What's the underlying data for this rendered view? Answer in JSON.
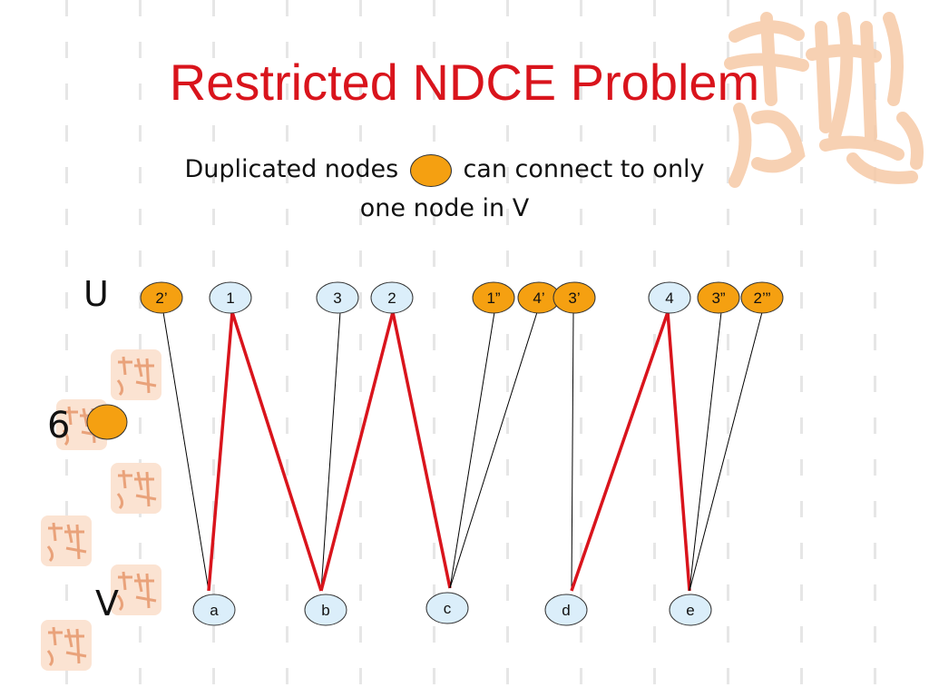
{
  "title": "Restricted NDCE Problem",
  "subtitle": {
    "before": "Duplicated nodes",
    "after": "can connect to only",
    "line2": "one node in V"
  },
  "labels": {
    "u": "U",
    "v": "V",
    "count": "6"
  },
  "colors": {
    "title": "#d9141c",
    "duplicate_node": "#f5a011",
    "original_node": "#dbeefa",
    "matching_edge": "#d9141c",
    "plain_edge": "#000000"
  },
  "u_nodes": [
    {
      "id": "2p",
      "label": "2’",
      "type": "duplicate"
    },
    {
      "id": "1",
      "label": "1",
      "type": "original"
    },
    {
      "id": "3",
      "label": "3",
      "type": "original"
    },
    {
      "id": "2",
      "label": "2",
      "type": "original"
    },
    {
      "id": "1pp",
      "label": "1”",
      "type": "duplicate"
    },
    {
      "id": "4p",
      "label": "4’",
      "type": "duplicate"
    },
    {
      "id": "3p",
      "label": "3’",
      "type": "duplicate"
    },
    {
      "id": "4",
      "label": "4",
      "type": "original"
    },
    {
      "id": "3pp",
      "label": "3”",
      "type": "duplicate"
    },
    {
      "id": "2ppp",
      "label": "2’”",
      "type": "duplicate"
    }
  ],
  "v_nodes": [
    {
      "id": "a",
      "label": "a"
    },
    {
      "id": "b",
      "label": "b"
    },
    {
      "id": "c",
      "label": "c"
    },
    {
      "id": "d",
      "label": "d"
    },
    {
      "id": "e",
      "label": "e"
    }
  ],
  "edges": [
    {
      "from": "2p",
      "to": "a",
      "style": "plain"
    },
    {
      "from": "1",
      "to": "a",
      "style": "matching"
    },
    {
      "from": "1",
      "to": "b",
      "style": "matching"
    },
    {
      "from": "3",
      "to": "b",
      "style": "plain"
    },
    {
      "from": "2",
      "to": "b",
      "style": "matching"
    },
    {
      "from": "2",
      "to": "c",
      "style": "matching"
    },
    {
      "from": "1pp",
      "to": "c",
      "style": "plain"
    },
    {
      "from": "4p",
      "to": "c",
      "style": "plain"
    },
    {
      "from": "3p",
      "to": "d",
      "style": "plain"
    },
    {
      "from": "4",
      "to": "d",
      "style": "matching"
    },
    {
      "from": "4",
      "to": "e",
      "style": "matching"
    },
    {
      "from": "3pp",
      "to": "e",
      "style": "plain"
    },
    {
      "from": "2ppp",
      "to": "e",
      "style": "plain"
    }
  ]
}
